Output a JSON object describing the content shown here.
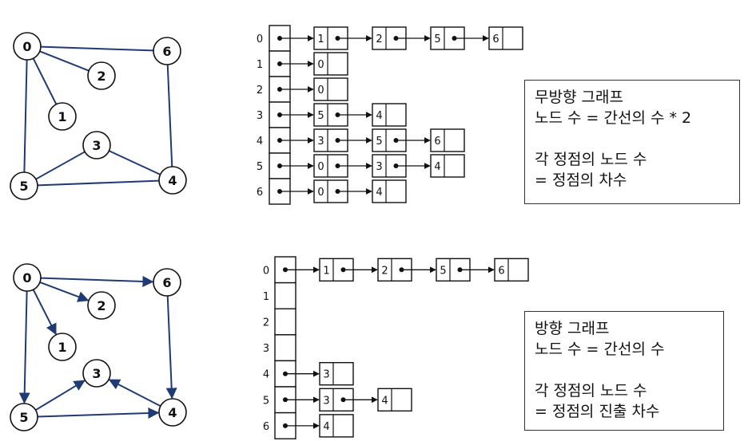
{
  "graphs": [
    {
      "id": "undirected",
      "directed": false,
      "nodes": [
        {
          "id": "0",
          "label": "0"
        },
        {
          "id": "1",
          "label": "1"
        },
        {
          "id": "2",
          "label": "2"
        },
        {
          "id": "3",
          "label": "3"
        },
        {
          "id": "4",
          "label": "4"
        },
        {
          "id": "5",
          "label": "5"
        },
        {
          "id": "6",
          "label": "6"
        }
      ],
      "edges": [
        [
          "0",
          "1"
        ],
        [
          "0",
          "2"
        ],
        [
          "0",
          "5"
        ],
        [
          "0",
          "6"
        ],
        [
          "3",
          "5"
        ],
        [
          "3",
          "4"
        ],
        [
          "4",
          "5"
        ],
        [
          "4",
          "6"
        ]
      ],
      "adjacency": {
        "rows": [
          "0",
          "1",
          "2",
          "3",
          "4",
          "5",
          "6"
        ],
        "lists": [
          [
            "1",
            "2",
            "5",
            "6"
          ],
          [
            "0"
          ],
          [
            "0"
          ],
          [
            "5",
            "4"
          ],
          [
            "3",
            "5",
            "6"
          ],
          [
            "0",
            "3",
            "4"
          ],
          [
            "0",
            "4"
          ]
        ]
      },
      "note": [
        "무방향 그래프",
        "노드 수 = 간선의 수 * 2",
        "",
        "각 정점의 노드 수",
        "= 정점의 차수"
      ]
    },
    {
      "id": "directed",
      "directed": true,
      "nodes": [
        {
          "id": "0",
          "label": "0"
        },
        {
          "id": "1",
          "label": "1"
        },
        {
          "id": "2",
          "label": "2"
        },
        {
          "id": "3",
          "label": "3"
        },
        {
          "id": "4",
          "label": "4"
        },
        {
          "id": "5",
          "label": "5"
        },
        {
          "id": "6",
          "label": "6"
        }
      ],
      "edges": [
        [
          "0",
          "1"
        ],
        [
          "0",
          "2"
        ],
        [
          "0",
          "5"
        ],
        [
          "0",
          "6"
        ],
        [
          "5",
          "3"
        ],
        [
          "5",
          "4"
        ],
        [
          "4",
          "3"
        ],
        [
          "6",
          "4"
        ]
      ],
      "adjacency": {
        "rows": [
          "0",
          "1",
          "2",
          "3",
          "4",
          "5",
          "6"
        ],
        "lists": [
          [
            "1",
            "2",
            "5",
            "6"
          ],
          [],
          [],
          [],
          [
            "3"
          ],
          [
            "3",
            "4"
          ],
          [
            "4"
          ]
        ]
      },
      "note": [
        "방향 그래프",
        "노드 수 = 간선의 수",
        "",
        "각 정점의 노드 수",
        "= 정점의 진출 차수"
      ]
    }
  ],
  "colors": {
    "edge": "#1f3a75",
    "node_stroke": "#111111",
    "box_stroke": "#111111",
    "pointer": "#111111"
  }
}
